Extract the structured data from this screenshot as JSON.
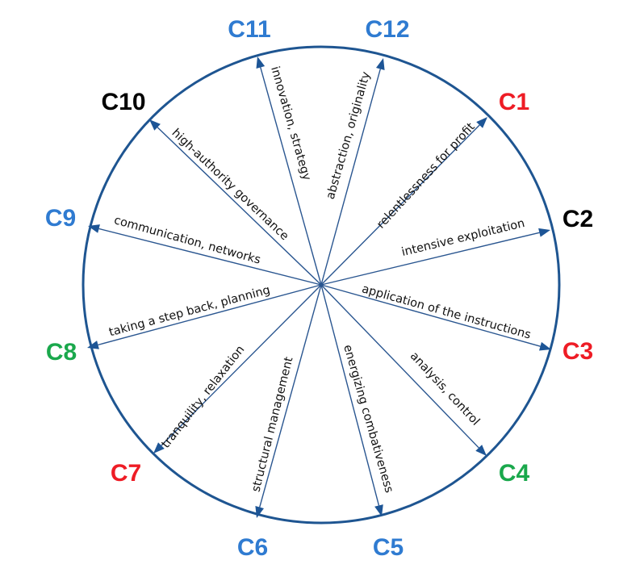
{
  "colors": {
    "circle": "#1e5591",
    "spoke": "#2a5690",
    "arrow": "#1d5596",
    "label_text": "#111111",
    "blue": "#2f7bd1",
    "red": "#ee1c25",
    "green": "#1aa84c",
    "black": "#000000"
  },
  "diagram": {
    "nodes": [
      {
        "id": "C1",
        "label": "C1",
        "color": "red",
        "description": "relentlessness for profit"
      },
      {
        "id": "C2",
        "label": "C2",
        "color": "black",
        "description": "intensive exploitation"
      },
      {
        "id": "C3",
        "label": "C3",
        "color": "red",
        "description": "application of the instructions"
      },
      {
        "id": "C4",
        "label": "C4",
        "color": "green",
        "description": "analysis, control"
      },
      {
        "id": "C5",
        "label": "C5",
        "color": "blue",
        "description": "energizing combativeness"
      },
      {
        "id": "C6",
        "label": "C6",
        "color": "blue",
        "description": "structural management"
      },
      {
        "id": "C7",
        "label": "C7",
        "color": "red",
        "description": "tranquility, relaxation"
      },
      {
        "id": "C8",
        "label": "C8",
        "color": "green",
        "description": "taking a step back, planning"
      },
      {
        "id": "C9",
        "label": "C9",
        "color": "blue",
        "description": "communication, networks"
      },
      {
        "id": "C10",
        "label": "C10",
        "color": "black",
        "description": "high-authority governance"
      },
      {
        "id": "C11",
        "label": "C11",
        "color": "blue",
        "description": "innovation, strategy"
      },
      {
        "id": "C12",
        "label": "C12",
        "color": "blue",
        "description": "abstraction, originality"
      }
    ]
  }
}
